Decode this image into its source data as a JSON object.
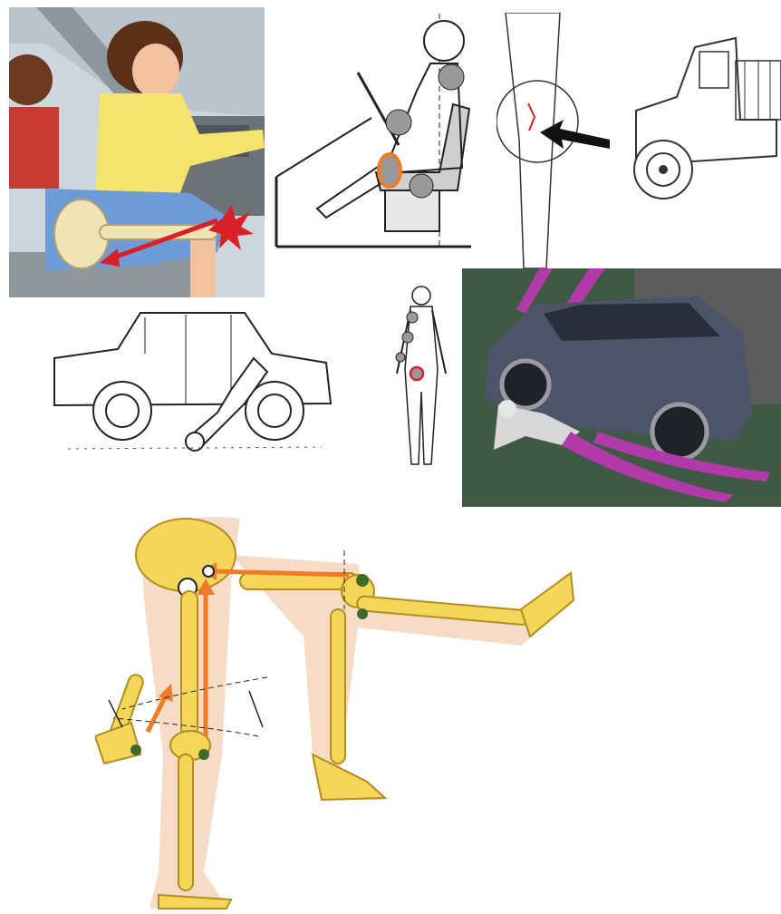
{
  "panels": [
    {
      "id": "driver-knee-impact",
      "icon": "driver-knee-impact-illustration"
    },
    {
      "id": "seat-posture-diagram",
      "icon": "seated-occupant-diagram"
    },
    {
      "id": "leg-fracture-closeup",
      "icon": "leg-impact-arrow-illustration"
    },
    {
      "id": "truck-drawing",
      "icon": "truck-line-drawing"
    },
    {
      "id": "sedan-pedestrian-drawing",
      "icon": "sedan-pedestrian-collision-drawing"
    },
    {
      "id": "body-injury-map",
      "icon": "body-injury-map-figure"
    },
    {
      "id": "suv-pedestrian-render",
      "icon": "suv-pedestrian-3d-render"
    },
    {
      "id": "leg-biomechanics-diagram",
      "icon": "leg-skeleton-force-diagram"
    }
  ],
  "colors": {
    "arrow_orange": "#f07a28",
    "bone_yellow": "#f4d65a",
    "skin_tone": "#f6dcc6",
    "impact_red": "#d9202a",
    "render_green": "#3e5a44",
    "trajectory_magenta": "#b23aa8",
    "suv_gray": "#4e5468"
  }
}
